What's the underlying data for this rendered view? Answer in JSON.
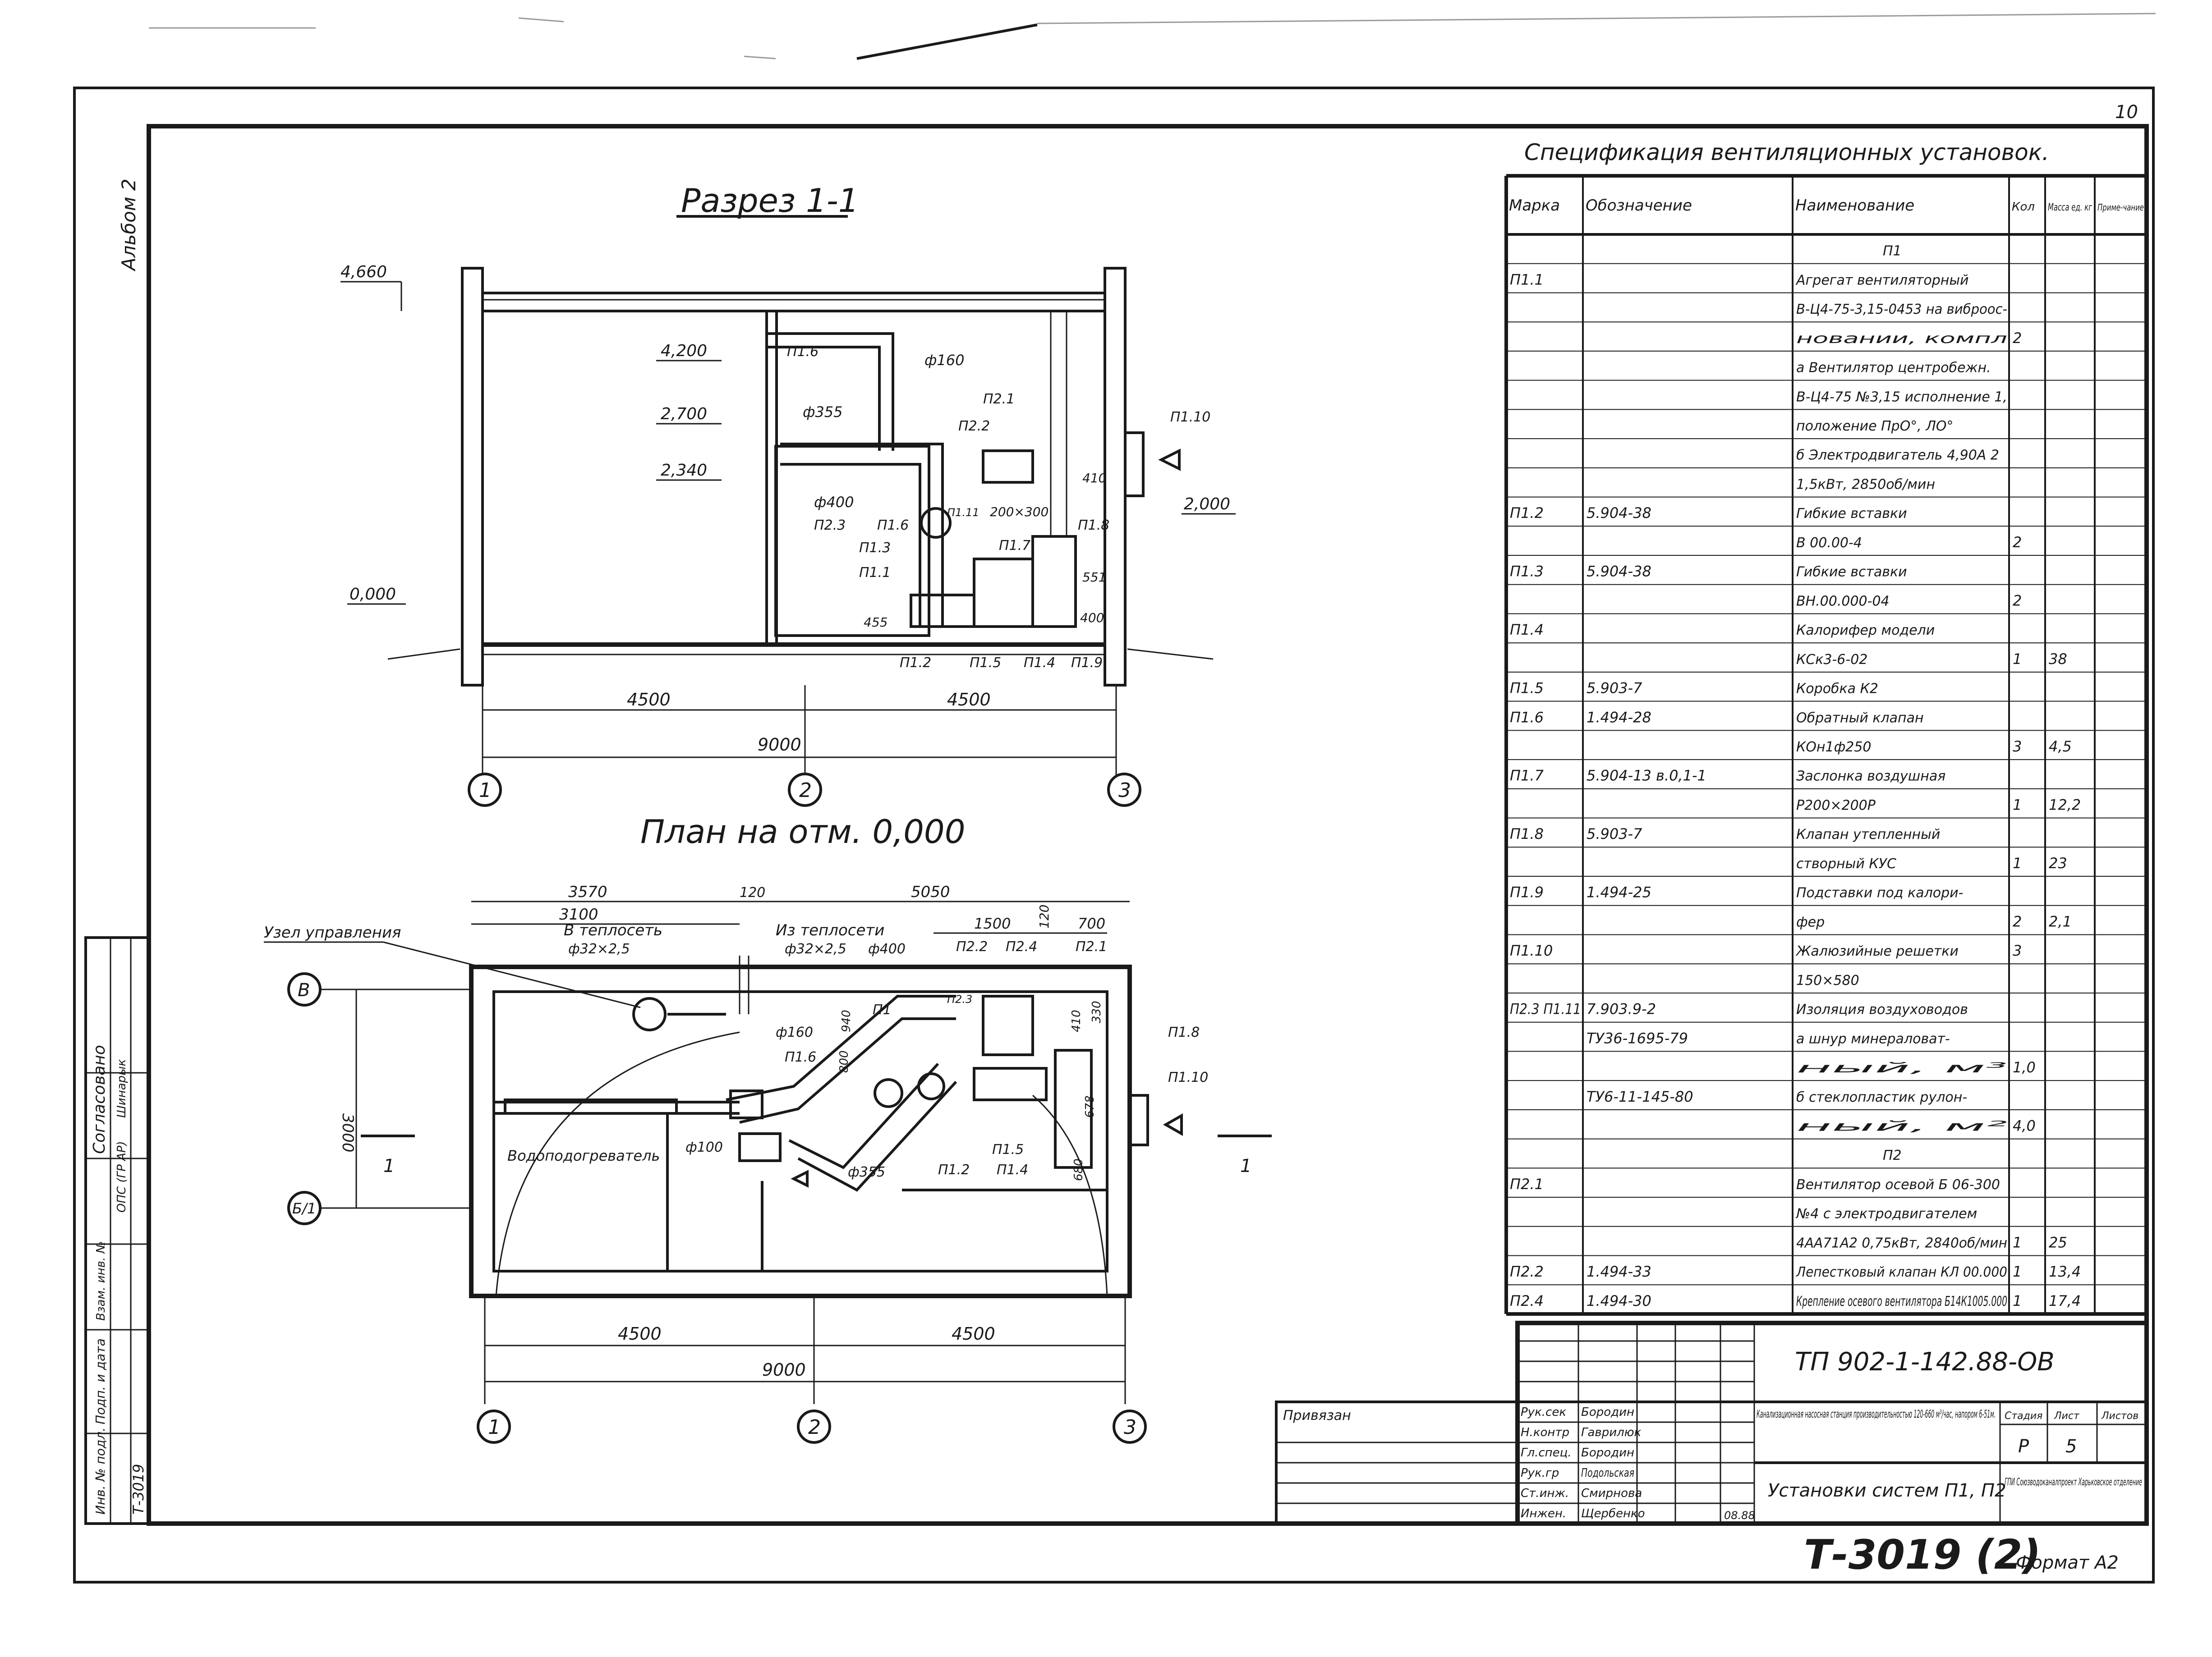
{
  "album_label": "Альбом 2",
  "sheet_corner_number": "10",
  "section": {
    "title": "Разрез 1-1",
    "levels": [
      "4,660",
      "4,200",
      "2,700",
      "2,340",
      "0,000",
      "2,000"
    ],
    "diameters": [
      "ф160",
      "ф355",
      "ф400"
    ],
    "sizes": [
      "410",
      "200×300",
      "551",
      "400",
      "455"
    ],
    "labels": [
      "П1.6",
      "П2.1",
      "П2.2",
      "П2.3",
      "П1.1",
      "П1.3",
      "П1.6",
      "П1.7",
      "П1.8",
      "П1.10",
      "П1.11",
      "П1.2",
      "П1.5",
      "П1.4",
      "П1.9"
    ],
    "dims": [
      "4500",
      "4500",
      "9000"
    ],
    "axes": [
      "1",
      "2",
      "3"
    ]
  },
  "plan": {
    "title": "План на отм. 0,000",
    "top_dims": [
      "3570",
      "3100",
      "120",
      "5050",
      "1500",
      "120",
      "700"
    ],
    "notes": [
      "Узел управления",
      "В теплосеть",
      "ф32×2,5",
      "Из теплосети",
      "ф32×2,5"
    ],
    "diameters": [
      "ф400",
      "ф160",
      "ф100",
      "ф355"
    ],
    "labels": [
      "П2.2",
      "П2.4",
      "П2.1",
      "П2.3",
      "П1",
      "П1.6",
      "П1.8",
      "П1.10",
      "П1.5",
      "П1.2",
      "П1.4",
      "Водоподогреватель"
    ],
    "sizes": [
      "940",
      "800",
      "410",
      "330",
      "678",
      "680",
      "3000"
    ],
    "section_marks": [
      "1",
      "1"
    ],
    "row_axes": [
      "В",
      "Б/1"
    ],
    "dims": [
      "4500",
      "4500",
      "9000"
    ],
    "axes": [
      "1",
      "2",
      "3"
    ]
  },
  "spec": {
    "title": "Спецификация вентиляционных установок.",
    "headers": [
      "Марка",
      "Обозначение",
      "Наименование",
      "Кол",
      "Масса ед. кг",
      "Приме-чание"
    ],
    "rows": [
      [
        "",
        "",
        "П1",
        "",
        ""
      ],
      [
        "П1.1",
        "",
        "Агрегат вентиляторный",
        "",
        ""
      ],
      [
        "",
        "",
        "В-Ц4-75-3,15-0453 на виброос-",
        "",
        ""
      ],
      [
        "",
        "",
        "новании,                    компл",
        "2",
        ""
      ],
      [
        "",
        "",
        "а Вентилятор центробежн.",
        "",
        ""
      ],
      [
        "",
        "",
        "В-Ц4-75 №3,15 исполнение 1,",
        "",
        ""
      ],
      [
        "",
        "",
        "положение ПрО°, ЛО°",
        "",
        ""
      ],
      [
        "",
        "",
        "б Электродвигатель 4,90А 2",
        "",
        ""
      ],
      [
        "",
        "",
        "1,5кВт, 2850об/мин",
        "",
        ""
      ],
      [
        "П1.2",
        "5.904-38",
        "Гибкие вставки",
        "",
        ""
      ],
      [
        "",
        "",
        "В 00.00-4",
        "2",
        ""
      ],
      [
        "П1.3",
        "5.904-38",
        "Гибкие вставки",
        "",
        ""
      ],
      [
        "",
        "",
        "ВН.00.000-04",
        "2",
        ""
      ],
      [
        "П1.4",
        "",
        "Калорифер модели",
        "",
        ""
      ],
      [
        "",
        "",
        "КСк3-6-02",
        "1",
        "38"
      ],
      [
        "П1.5",
        "5.903-7",
        "Коробка К2",
        "",
        ""
      ],
      [
        "П1.6",
        "1.494-28",
        "Обратный клапан",
        "",
        ""
      ],
      [
        "",
        "",
        "КОн1ф250",
        "3",
        "4,5"
      ],
      [
        "П1.7",
        "5.904-13 в.0,1-1",
        "Заслонка воздушная",
        "",
        ""
      ],
      [
        "",
        "",
        "Р200×200Р",
        "1",
        "12,2"
      ],
      [
        "П1.8",
        "5.903-7",
        "Клапан утепленный",
        "",
        ""
      ],
      [
        "",
        "",
        "створный КУС",
        "1",
        "23"
      ],
      [
        "П1.9",
        "1.494-25",
        "Подставки под калори-",
        "",
        ""
      ],
      [
        "",
        "",
        "фер",
        "2",
        "2,1"
      ],
      [
        "П1.10",
        "",
        "Жалюзийные решетки",
        "3",
        ""
      ],
      [
        "",
        "",
        "150×580",
        "",
        ""
      ],
      [
        "П2.3 П1.11",
        "7.903.9-2",
        "Изоляция воздуховодов",
        "",
        ""
      ],
      [
        "",
        "ТУ36-1695-79",
        "а шнур минераловат-",
        "",
        ""
      ],
      [
        "",
        "",
        "ный,                          м³",
        "1,0",
        ""
      ],
      [
        "",
        "ТУ6-11-145-80",
        "б стеклопластик рулон-",
        "",
        ""
      ],
      [
        "",
        "",
        "ный,                          м²",
        "4,0",
        ""
      ],
      [
        "",
        "",
        "П2",
        "",
        ""
      ],
      [
        "П2.1",
        "",
        "Вентилятор осевой Б 06-300",
        "",
        ""
      ],
      [
        "",
        "",
        "№4 с электродвигателем",
        "",
        ""
      ],
      [
        "",
        "",
        "4АА71А2 0,75кВт, 2840об/мин",
        "1",
        "25"
      ],
      [
        "П2.2",
        "1.494-33",
        "Лепестковый клапан КЛ 00.000",
        "1",
        "13,4"
      ],
      [
        "П2.4",
        "1.494-30",
        "Крепление осевого вентилятора Б14К1005.000",
        "1",
        "17,4"
      ]
    ]
  },
  "left_strip": {
    "agreed": "Согласовано",
    "stamps": [
      "ОПС (ГР АР)",
      "Шинарык",
      "Инв. № подл.",
      "Подп. и дата",
      "Взам. инв. №"
    ],
    "inventory": "Т-3019"
  },
  "title_block": {
    "code": "ТП 902-1-142.88-ОВ",
    "bound": "Привязан",
    "roles": [
      "Рук.сек",
      "Н.контр",
      "Гл.спец.",
      "Рук.гр",
      "Ст.инж.",
      "Инжен."
    ],
    "names": [
      "Бородин",
      "Гаврилюк",
      "Бородин",
      "Подольская",
      "Смирнова",
      "Щербенко"
    ],
    "date": "08.88",
    "project": "Канализационная насосная станция производительностью 120-660 м³/час, напором 6-51м.",
    "sheet_title": "Установки систем П1, П2",
    "stage_label": "Стадия",
    "sheet_label": "Лист",
    "sheets_label": "Листов",
    "stage": "Р",
    "sheet_no": "5",
    "org": "ГПИ Союзводоканалпроект Харьковское отделение"
  },
  "bottom": {
    "stamp": "Т-3019 (2)",
    "format": "Формат А2"
  }
}
